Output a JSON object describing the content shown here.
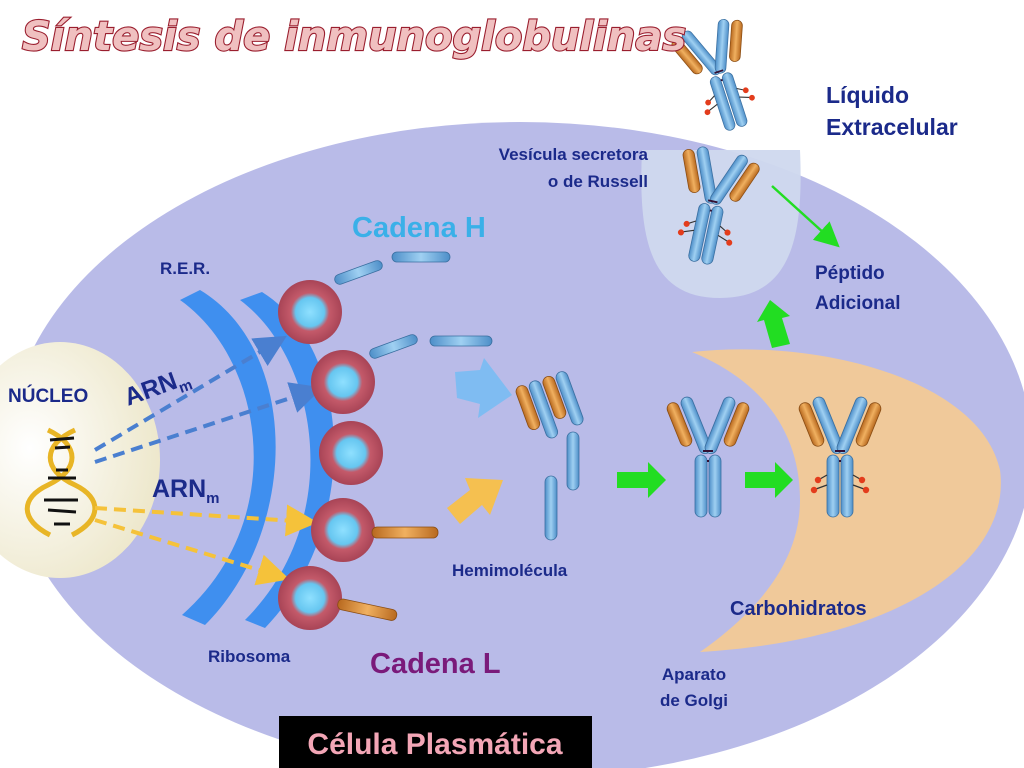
{
  "title": "Síntesis de inmunoglobulinas",
  "labels": {
    "nucleo": "NÚCLEO",
    "arnm_top_base": "ARN",
    "arnm_top_sub": "m",
    "arnm_bottom_base": "ARN",
    "arnm_bottom_sub": "m",
    "rer": "R.E.R.",
    "ribosoma": "Ribosoma",
    "cadena_h": "Cadena H",
    "cadena_l": "Cadena L",
    "hemimolecula": "Hemimolécula",
    "carbohidratos": "Carbohidratos",
    "aparato_line1": "Aparato",
    "aparato_line2": "de Golgi",
    "peptido_line1": "Péptido",
    "peptido_line2": "Adicional",
    "vesicula_line1": "Vesícula secretora",
    "vesicula_line2": "o de Russell",
    "liquido_line1": "Líquido",
    "liquido_line2": "Extracelular",
    "celula": "Célula Plasmática"
  },
  "colors": {
    "cell": "#b9bbe8",
    "nucleus": "#f4f0dc",
    "rer": "#3f8fef",
    "ribosome": "#c45a6a",
    "ribosome_core": "#66c6f0",
    "heavy_chain": "#6aa8d8",
    "light_chain": "#d88a3a",
    "golgi": "#f0c99a",
    "vesicle": "#cfd8ee",
    "green_arrow": "#22dd22",
    "title_fill": "#f0c0c0",
    "title_stroke": "#9a1e2e",
    "cadena_h": "#3ab0e8",
    "cadena_l": "#7a1a7a",
    "label_text": "#1b2a8a"
  }
}
